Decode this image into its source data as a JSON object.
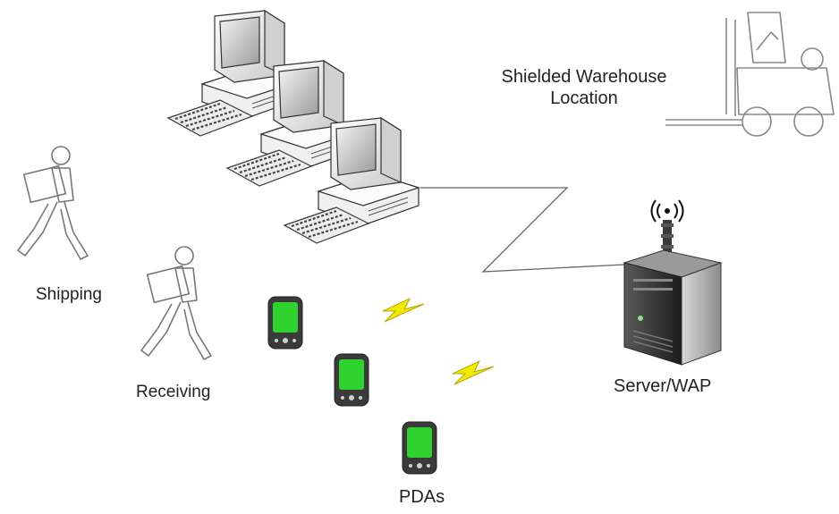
{
  "labels": {
    "warehouse_line1": "Shielded Warehouse",
    "warehouse_line2": "Location",
    "shipping": "Shipping",
    "receiving": "Receiving",
    "server": "Server/WAP",
    "pdas": "PDAs"
  },
  "icons": {
    "computers": "desktop-computer-icon",
    "forklift": "forklift-icon",
    "shipping_worker": "person-carrying-box-icon",
    "receiving_worker": "person-carrying-box-icon",
    "pda": "pda-icon",
    "server": "server-tower-icon",
    "wireless_link": "lightning-bolt-icon"
  },
  "colors": {
    "pda_screen": "#2fd22f",
    "bolt": "#f2ea00",
    "server_body": "#3a3a3a",
    "outline": "#555555"
  }
}
